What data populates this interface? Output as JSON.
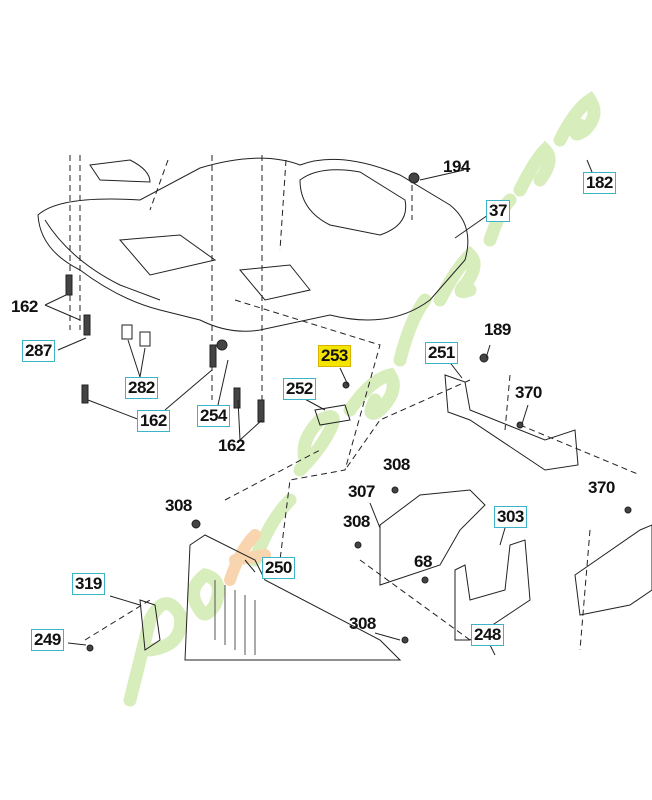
{
  "diagram": {
    "watermark": "pointjardin.com",
    "highlight_color": "#f5e400",
    "box_color": "#3bb4c8",
    "labels": {
      "p194": "194",
      "p182": "182",
      "p37": "37",
      "p162a": "162",
      "p287": "287",
      "p282": "282",
      "p162b": "162",
      "p254": "254",
      "p162c": "162",
      "p253": "253",
      "p252": "252",
      "p251": "251",
      "p189": "189",
      "p370a": "370",
      "p308a": "308",
      "p307": "307",
      "p308b": "308",
      "p68": "68",
      "p303": "303",
      "p370b": "370",
      "p308c": "308",
      "p250": "250",
      "p319": "319",
      "p249": "249",
      "p308d": "308",
      "p248": "248"
    }
  }
}
